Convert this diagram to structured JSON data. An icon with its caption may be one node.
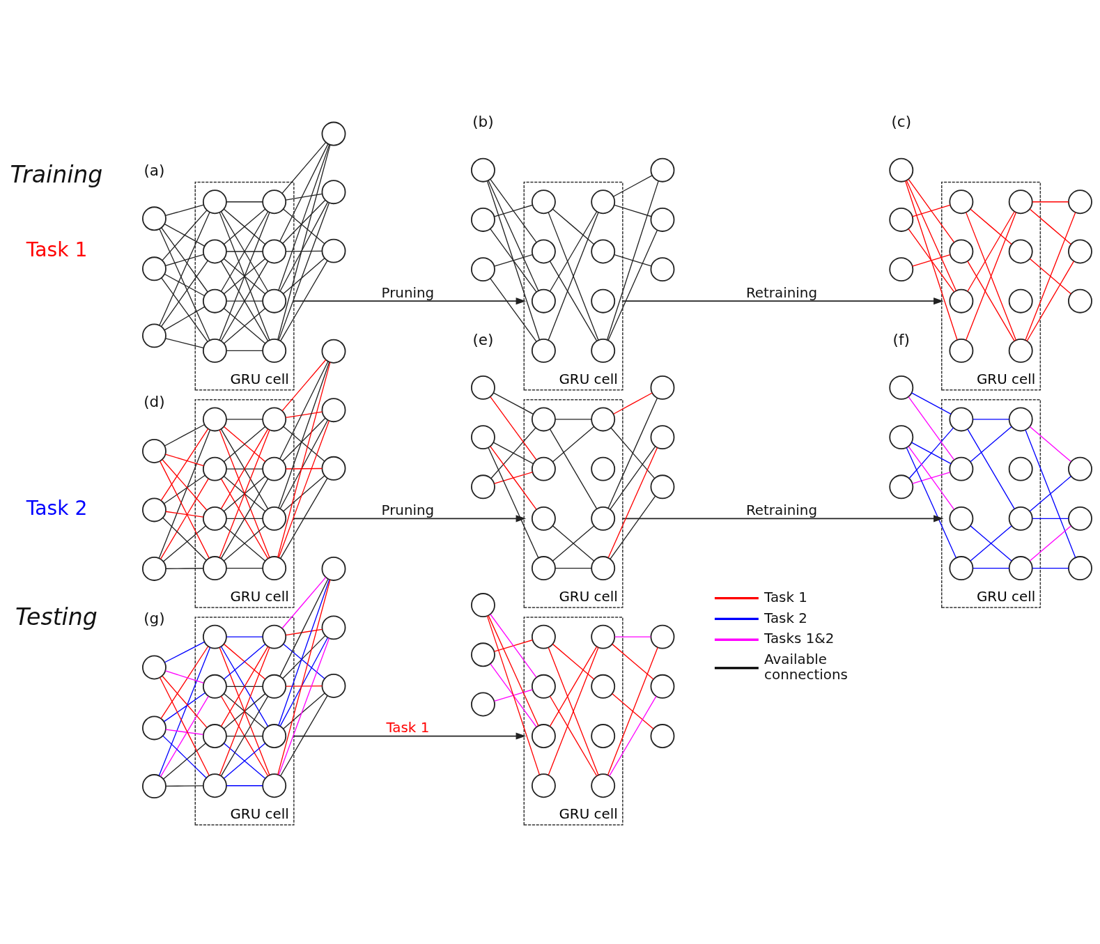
{
  "diagram": {
    "nodes": [
      {
        "text": [],
        "shape": "circle"
      },
      {
        "text": [],
        "shape": "circle"
      },
      {
        "text": [],
        "shape": "circle"
      },
      {
        "text": [
          "GRU cell"
        ]
      },
      {
        "text": [],
        "shape": "circle",
        "in": 3
      },
      {
        "text": [],
        "shape": "circle",
        "in": 3
      },
      {
        "text": [],
        "shape": "circle",
        "in": 3
      },
      {
        "text": [],
        "shape": "circle",
        "in": 3
      },
      {
        "text": [],
        "shape": "circle",
        "in": 3
      },
      {
        "text": [],
        "shape": "circle",
        "in": 3
      },
      {
        "text": [],
        "shape": "circle",
        "in": 3
      },
      {
        "text": [],
        "shape": "circle",
        "in": 3
      },
      {
        "text": [],
        "shape": "circle"
      },
      {
        "text": [],
        "shape": "circle"
      },
      {
        "text": [],
        "shape": "circle"
      },
      {
        "text": [],
        "shape": "circle"
      },
      {
        "text": [],
        "shape": "circle"
      },
      {
        "text": [],
        "shape": "circle"
      },
      {
        "text": [
          "GRU cell"
        ]
      },
      {
        "text": [],
        "shape": "circle",
        "in": 18
      },
      {
        "text": [],
        "shape": "circle",
        "in": 18
      },
      {
        "text": [],
        "shape": "circle",
        "in": 18
      },
      {
        "text": [],
        "shape": "circle",
        "in": 18
      },
      {
        "text": [],
        "shape": "circle",
        "in": 18
      },
      {
        "text": [],
        "shape": "circle",
        "in": 18
      },
      {
        "text": [],
        "shape": "circle",
        "in": 18
      },
      {
        "text": [],
        "shape": "circle",
        "in": 18
      },
      {
        "text": [],
        "shape": "circle"
      },
      {
        "text": [],
        "shape": "circle"
      },
      {
        "text": [],
        "shape": "circle"
      },
      {
        "text": [],
        "shape": "circle"
      },
      {
        "text": [],
        "shape": "circle"
      },
      {
        "text": [],
        "shape": "circle"
      },
      {
        "text": [
          "GRU cell"
        ]
      },
      {
        "text": [],
        "shape": "circle",
        "in": 33
      },
      {
        "text": [],
        "shape": "circle",
        "in": 33
      },
      {
        "text": [],
        "shape": "circle",
        "in": 33
      },
      {
        "text": [],
        "shape": "circle",
        "in": 33
      },
      {
        "text": [],
        "shape": "circle",
        "in": 33
      },
      {
        "text": [],
        "shape": "circle",
        "in": 33
      },
      {
        "text": [],
        "shape": "circle",
        "in": 33
      },
      {
        "text": [],
        "shape": "circle",
        "in": 33
      },
      {
        "text": [],
        "shape": "circle"
      },
      {
        "text": [],
        "shape": "circle"
      },
      {
        "text": [],
        "shape": "circle"
      },
      {
        "text": [],
        "shape": "circle"
      },
      {
        "text": [],
        "shape": "circle"
      },
      {
        "text": [],
        "shape": "circle"
      },
      {
        "text": [
          "GRU cell"
        ]
      },
      {
        "text": [],
        "shape": "circle",
        "in": 48
      },
      {
        "text": [],
        "shape": "circle",
        "in": 48
      },
      {
        "text": [],
        "shape": "circle",
        "in": 48
      },
      {
        "text": [],
        "shape": "circle",
        "in": 48
      },
      {
        "text": [],
        "shape": "circle",
        "in": 48
      },
      {
        "text": [],
        "shape": "circle",
        "in": 48
      },
      {
        "text": [],
        "shape": "circle",
        "in": 48
      },
      {
        "text": [],
        "shape": "circle",
        "in": 48
      },
      {
        "text": [],
        "shape": "circle"
      },
      {
        "text": [],
        "shape": "circle"
      },
      {
        "text": [],
        "shape": "circle"
      },
      {
        "text": [],
        "shape": "circle"
      },
      {
        "text": [],
        "shape": "circle"
      },
      {
        "text": [],
        "shape": "circle"
      },
      {
        "text": [
          "GRU cell"
        ]
      },
      {
        "text": [],
        "shape": "circle",
        "in": 63
      },
      {
        "text": [],
        "shape": "circle",
        "in": 63
      },
      {
        "text": [],
        "shape": "circle",
        "in": 63
      },
      {
        "text": [],
        "shape": "circle",
        "in": 63
      },
      {
        "text": [],
        "shape": "circle",
        "in": 63
      },
      {
        "text": [],
        "shape": "circle",
        "in": 63
      },
      {
        "text": [],
        "shape": "circle",
        "in": 63
      },
      {
        "text": [],
        "shape": "circle",
        "in": 63
      },
      {
        "text": [],
        "shape": "circle"
      },
      {
        "text": [],
        "shape": "circle"
      },
      {
        "text": [],
        "shape": "circle"
      },
      {
        "text": [],
        "shape": "circle"
      },
      {
        "text": [],
        "shape": "circle"
      },
      {
        "text": [],
        "shape": "circle"
      },
      {
        "text": [
          "GRU cell"
        ]
      },
      {
        "text": [],
        "shape": "circle",
        "in": 78
      },
      {
        "text": [],
        "shape": "circle",
        "in": 78
      },
      {
        "text": [],
        "shape": "circle",
        "in": 78
      },
      {
        "text": [],
        "shape": "circle",
        "in": 78
      },
      {
        "text": [],
        "shape": "circle",
        "in": 78
      },
      {
        "text": [],
        "shape": "circle",
        "in": 78
      },
      {
        "text": [],
        "shape": "circle",
        "in": 78
      },
      {
        "text": [],
        "shape": "circle",
        "in": 78
      },
      {
        "text": [],
        "shape": "circle"
      },
      {
        "text": [],
        "shape": "circle"
      },
      {
        "text": [],
        "shape": "circle"
      },
      {
        "text": [],
        "shape": "circle"
      },
      {
        "text": [],
        "shape": "circle"
      },
      {
        "text": [],
        "shape": "circle"
      },
      {
        "text": [
          "GRU cell"
        ]
      },
      {
        "text": [],
        "shape": "circle",
        "in": 93
      },
      {
        "text": [],
        "shape": "circle",
        "in": 93
      },
      {
        "text": [],
        "shape": "circle",
        "in": 93
      },
      {
        "text": [],
        "shape": "circle",
        "in": 93
      },
      {
        "text": [],
        "shape": "circle",
        "in": 93
      },
      {
        "text": [],
        "shape": "circle",
        "in": 93
      },
      {
        "text": [],
        "shape": "circle",
        "in": 93
      },
      {
        "text": [],
        "shape": "circle",
        "in": 93
      },
      {
        "text": [],
        "shape": "circle"
      },
      {
        "text": [],
        "shape": "circle"
      },
      {
        "text": [],
        "shape": "circle"
      },
      {
        "text": [],
        "shape": "circle"
      },
      {
        "text": [],
        "shape": "circle"
      },
      {
        "text": [],
        "shape": "circle"
      },
      {
        "text": [
          "GRU cell"
        ]
      },
      {
        "text": [],
        "shape": "circle",
        "in": 108
      },
      {
        "text": [],
        "shape": "circle",
        "in": 108
      },
      {
        "text": [],
        "shape": "circle",
        "in": 108
      },
      {
        "text": [],
        "shape": "circle",
        "in": 108
      },
      {
        "text": [],
        "shape": "circle",
        "in": 108
      },
      {
        "text": [],
        "shape": "circle",
        "in": 108
      },
      {
        "text": [],
        "shape": "circle",
        "in": 108
      },
      {
        "text": [],
        "shape": "circle",
        "in": 108
      },
      {
        "text": [],
        "shape": "circle"
      },
      {
        "text": [],
        "shape": "circle"
      },
      {
        "text": [],
        "shape": "circle"
      }
    ],
    "edges": [
      {
        "from": 0,
        "to": 4,
        "arrow": "none"
      },
      {
        "from": 0,
        "to": 5,
        "arrow": "none"
      },
      {
        "from": 0,
        "to": 6,
        "arrow": "none"
      },
      {
        "from": 0,
        "to": 7,
        "arrow": "none"
      },
      {
        "from": 1,
        "to": 4,
        "arrow": "none"
      },
      {
        "from": 1,
        "to": 5,
        "arrow": "none"
      },
      {
        "from": 1,
        "to": 6,
        "arrow": "none"
      },
      {
        "from": 1,
        "to": 7,
        "arrow": "none"
      },
      {
        "from": 2,
        "to": 4,
        "arrow": "none"
      },
      {
        "from": 2,
        "to": 5,
        "arrow": "none"
      },
      {
        "from": 2,
        "to": 6,
        "arrow": "none"
      },
      {
        "from": 2,
        "to": 7,
        "arrow": "none"
      },
      {
        "from": 4,
        "to": 8,
        "arrow": "none"
      },
      {
        "from": 4,
        "to": 9,
        "arrow": "none"
      },
      {
        "from": 4,
        "to": 10,
        "arrow": "none"
      },
      {
        "from": 4,
        "to": 11,
        "arrow": "none"
      },
      {
        "from": 5,
        "to": 8,
        "arrow": "none"
      },
      {
        "from": 5,
        "to": 9,
        "arrow": "none"
      },
      {
        "from": 5,
        "to": 10,
        "arrow": "none"
      },
      {
        "from": 5,
        "to": 11,
        "arrow": "none"
      },
      {
        "from": 6,
        "to": 8,
        "arrow": "none"
      },
      {
        "from": 6,
        "to": 9,
        "arrow": "none"
      },
      {
        "from": 6,
        "to": 10,
        "arrow": "none"
      },
      {
        "from": 6,
        "to": 11,
        "arrow": "none"
      },
      {
        "from": 7,
        "to": 8,
        "arrow": "none"
      },
      {
        "from": 7,
        "to": 9,
        "arrow": "none"
      },
      {
        "from": 7,
        "to": 10,
        "arrow": "none"
      },
      {
        "from": 7,
        "to": 11,
        "arrow": "none"
      },
      {
        "from": 8,
        "to": 12,
        "arrow": "none"
      },
      {
        "from": 8,
        "to": 13,
        "arrow": "none"
      },
      {
        "from": 8,
        "to": 14,
        "arrow": "none"
      },
      {
        "from": 9,
        "to": 12,
        "arrow": "none"
      },
      {
        "from": 9,
        "to": 13,
        "arrow": "none"
      },
      {
        "from": 9,
        "to": 14,
        "arrow": "none"
      },
      {
        "from": 10,
        "to": 12,
        "arrow": "none"
      },
      {
        "from": 10,
        "to": 13,
        "arrow": "none"
      },
      {
        "from": 10,
        "to": 14,
        "arrow": "none"
      },
      {
        "from": 11,
        "to": 12,
        "arrow": "none"
      },
      {
        "from": 11,
        "to": 13,
        "arrow": "none"
      },
      {
        "from": 11,
        "to": 14,
        "arrow": "none"
      },
      {
        "from": 3,
        "to": 18,
        "arrow": "to",
        "label": "Pruning"
      },
      {
        "from": 15,
        "to": 19,
        "arrow": "none"
      },
      {
        "from": 15,
        "to": 20,
        "arrow": "none"
      },
      {
        "from": 15,
        "to": 21,
        "arrow": "none"
      },
      {
        "from": 16,
        "to": 20,
        "arrow": "none"
      },
      {
        "from": 16,
        "to": 22,
        "arrow": "none"
      },
      {
        "from": 17,
        "to": 19,
        "arrow": "none"
      },
      {
        "from": 17,
        "to": 21,
        "arrow": "none"
      },
      {
        "from": 19,
        "to": 26,
        "arrow": "none"
      },
      {
        "from": 20,
        "to": 26,
        "arrow": "none"
      },
      {
        "from": 21,
        "to": 23,
        "arrow": "none"
      },
      {
        "from": 22,
        "to": 23,
        "arrow": "none"
      },
      {
        "from": 22,
        "to": 25,
        "arrow": "none"
      },
      {
        "from": 23,
        "to": 27,
        "arrow": "none"
      },
      {
        "from": 23,
        "to": 28,
        "arrow": "none"
      },
      {
        "from": 25,
        "to": 29,
        "arrow": "none"
      },
      {
        "from": 26,
        "to": 27,
        "arrow": "none"
      },
      {
        "from": 26,
        "to": 28,
        "arrow": "none"
      },
      {
        "from": 18,
        "to": 33,
        "arrow": "to",
        "label": "Retraining"
      },
      {
        "from": 30,
        "to": 34,
        "arrow": "none",
        "color": "#ff0000"
      },
      {
        "from": 30,
        "to": 35,
        "arrow": "none",
        "color": "#ff0000"
      },
      {
        "from": 30,
        "to": 36,
        "arrow": "none",
        "color": "#ff0000"
      },
      {
        "from": 31,
        "to": 35,
        "arrow": "none",
        "color": "#ff0000"
      },
      {
        "from": 31,
        "to": 37,
        "arrow": "none",
        "color": "#ff0000"
      },
      {
        "from": 32,
        "to": 36,
        "arrow": "none",
        "color": "#ff0000"
      },
      {
        "from": 34,
        "to": 41,
        "arrow": "none",
        "color": "#ff0000"
      },
      {
        "from": 35,
        "to": 41,
        "arrow": "none",
        "color": "#ff0000"
      },
      {
        "from": 36,
        "to": 38,
        "arrow": "none",
        "color": "#ff0000"
      },
      {
        "from": 37,
        "to": 38,
        "arrow": "none",
        "color": "#ff0000"
      },
      {
        "from": 37,
        "to": 40,
        "arrow": "none",
        "color": "#ff0000"
      },
      {
        "from": 38,
        "to": 42,
        "arrow": "none",
        "color": "#ff0000"
      },
      {
        "from": 38,
        "to": 43,
        "arrow": "none",
        "color": "#ff0000"
      },
      {
        "from": 40,
        "to": 44,
        "arrow": "none",
        "color": "#ff0000"
      },
      {
        "from": 41,
        "to": 42,
        "arrow": "none",
        "color": "#ff0000"
      },
      {
        "from": 41,
        "to": 43,
        "arrow": "none",
        "color": "#ff0000"
      },
      {
        "from": 45,
        "to": 49,
        "arrow": "none",
        "color": "#ff0000"
      },
      {
        "from": 45,
        "to": 50,
        "arrow": "none",
        "color": "#ff0000"
      },
      {
        "from": 45,
        "to": 51,
        "arrow": "none",
        "color": "#ff0000"
      },
      {
        "from": 45,
        "to": 52,
        "arrow": "none"
      },
      {
        "from": 46,
        "to": 49,
        "arrow": "none"
      },
      {
        "from": 46,
        "to": 50,
        "arrow": "none",
        "color": "#ff0000"
      },
      {
        "from": 46,
        "to": 51,
        "arrow": "none"
      },
      {
        "from": 46,
        "to": 52,
        "arrow": "none",
        "color": "#ff0000"
      },
      {
        "from": 47,
        "to": 49,
        "arrow": "none"
      },
      {
        "from": 47,
        "to": 50,
        "arrow": "none"
      },
      {
        "from": 47,
        "to": 51,
        "arrow": "none",
        "color": "#ff0000"
      },
      {
        "from": 47,
        "to": 52,
        "arrow": "none"
      },
      {
        "from": 49,
        "to": 53,
        "arrow": "none"
      },
      {
        "from": 49,
        "to": 54,
        "arrow": "none"
      },
      {
        "from": 49,
        "to": 55,
        "arrow": "none"
      },
      {
        "from": 49,
        "to": 56,
        "arrow": "none",
        "color": "#ff0000"
      },
      {
        "from": 50,
        "to": 53,
        "arrow": "none"
      },
      {
        "from": 50,
        "to": 54,
        "arrow": "none"
      },
      {
        "from": 50,
        "to": 55,
        "arrow": "none"
      },
      {
        "from": 50,
        "to": 56,
        "arrow": "none",
        "color": "#ff0000"
      },
      {
        "from": 51,
        "to": 53,
        "arrow": "none",
        "color": "#ff0000"
      },
      {
        "from": 51,
        "to": 54,
        "arrow": "none"
      },
      {
        "from": 51,
        "to": 55,
        "arrow": "none"
      },
      {
        "from": 51,
        "to": 56,
        "arrow": "none"
      },
      {
        "from": 52,
        "to": 53,
        "arrow": "none",
        "color": "#ff0000"
      },
      {
        "from": 52,
        "to": 54,
        "arrow": "none"
      },
      {
        "from": 52,
        "to": 55,
        "arrow": "none",
        "color": "#ff0000"
      },
      {
        "from": 52,
        "to": 56,
        "arrow": "none"
      },
      {
        "from": 53,
        "to": 57,
        "arrow": "none",
        "color": "#ff0000"
      },
      {
        "from": 53,
        "to": 58,
        "arrow": "none",
        "color": "#ff0000"
      },
      {
        "from": 53,
        "to": 59,
        "arrow": "none"
      },
      {
        "from": 54,
        "to": 57,
        "arrow": "none"
      },
      {
        "from": 54,
        "to": 58,
        "arrow": "none"
      },
      {
        "from": 54,
        "to": 59,
        "arrow": "none"
      },
      {
        "from": 55,
        "to": 57,
        "arrow": "none"
      },
      {
        "from": 55,
        "to": 58,
        "arrow": "none"
      },
      {
        "from": 55,
        "to": 59,
        "arrow": "none",
        "color": "#ff0000"
      },
      {
        "from": 56,
        "to": 57,
        "arrow": "none",
        "color": "#ff0000"
      },
      {
        "from": 56,
        "to": 58,
        "arrow": "none",
        "color": "#ff0000"
      },
      {
        "from": 56,
        "to": 59,
        "arrow": "none"
      },
      {
        "from": 48,
        "to": 63,
        "arrow": "to",
        "label": "Pruning"
      },
      {
        "from": 60,
        "to": 66,
        "arrow": "none",
        "color": "#ff0000"
      },
      {
        "from": 60,
        "to": 67,
        "arrow": "none"
      },
      {
        "from": 61,
        "to": 64,
        "arrow": "none"
      },
      {
        "from": 61,
        "to": 65,
        "arrow": "none",
        "color": "#ff0000"
      },
      {
        "from": 61,
        "to": 66,
        "arrow": "none"
      },
      {
        "from": 62,
        "to": 66,
        "arrow": "none",
        "color": "#ff0000"
      },
      {
        "from": 62,
        "to": 67,
        "arrow": "none"
      },
      {
        "from": 64,
        "to": 68,
        "arrow": "none"
      },
      {
        "from": 64,
        "to": 69,
        "arrow": "none"
      },
      {
        "from": 65,
        "to": 68,
        "arrow": "none"
      },
      {
        "from": 66,
        "to": 71,
        "arrow": "none"
      },
      {
        "from": 67,
        "to": 69,
        "arrow": "none"
      },
      {
        "from": 67,
        "to": 71,
        "arrow": "none"
      },
      {
        "from": 68,
        "to": 73,
        "arrow": "none",
        "color": "#ff0000"
      },
      {
        "from": 68,
        "to": 74,
        "arrow": "none"
      },
      {
        "from": 69,
        "to": 72,
        "arrow": "none"
      },
      {
        "from": 69,
        "to": 73,
        "arrow": "none"
      },
      {
        "from": 71,
        "to": 72,
        "arrow": "none",
        "color": "#ff0000"
      },
      {
        "from": 71,
        "to": 74,
        "arrow": "none"
      },
      {
        "from": 63,
        "to": 78,
        "arrow": "to",
        "label": "Retraining"
      },
      {
        "from": 75,
        "to": 81,
        "arrow": "none",
        "color": "#ff00ff"
      },
      {
        "from": 75,
        "to": 82,
        "arrow": "none",
        "color": "#0000ff"
      },
      {
        "from": 76,
        "to": 79,
        "arrow": "none",
        "color": "#0000ff"
      },
      {
        "from": 76,
        "to": 80,
        "arrow": "none",
        "color": "#ff00ff"
      },
      {
        "from": 76,
        "to": 81,
        "arrow": "none",
        "color": "#0000ff"
      },
      {
        "from": 77,
        "to": 81,
        "arrow": "none",
        "color": "#ff00ff"
      },
      {
        "from": 77,
        "to": 82,
        "arrow": "none",
        "color": "#0000ff"
      },
      {
        "from": 79,
        "to": 83,
        "arrow": "none",
        "color": "#0000ff"
      },
      {
        "from": 79,
        "to": 84,
        "arrow": "none",
        "color": "#0000ff"
      },
      {
        "from": 80,
        "to": 83,
        "arrow": "none",
        "color": "#0000ff"
      },
      {
        "from": 81,
        "to": 86,
        "arrow": "none",
        "color": "#0000ff"
      },
      {
        "from": 82,
        "to": 84,
        "arrow": "none",
        "color": "#0000ff"
      },
      {
        "from": 82,
        "to": 86,
        "arrow": "none",
        "color": "#0000ff"
      },
      {
        "from": 83,
        "to": 88,
        "arrow": "none",
        "color": "#ff00ff"
      },
      {
        "from": 83,
        "to": 89,
        "arrow": "none",
        "color": "#0000ff"
      },
      {
        "from": 84,
        "to": 87,
        "arrow": "none",
        "color": "#0000ff"
      },
      {
        "from": 84,
        "to": 88,
        "arrow": "none",
        "color": "#0000ff"
      },
      {
        "from": 86,
        "to": 87,
        "arrow": "none",
        "color": "#ff00ff"
      },
      {
        "from": 86,
        "to": 89,
        "arrow": "none",
        "color": "#0000ff"
      },
      {
        "from": 90,
        "to": 94,
        "arrow": "none",
        "color": "#ff0000"
      },
      {
        "from": 90,
        "to": 95,
        "arrow": "none",
        "color": "#ff0000"
      },
      {
        "from": 90,
        "to": 96,
        "arrow": "none",
        "color": "#ff00ff"
      },
      {
        "from": 90,
        "to": 97,
        "arrow": "none",
        "color": "#0000ff"
      },
      {
        "from": 91,
        "to": 94,
        "arrow": "none",
        "color": "#0000ff"
      },
      {
        "from": 91,
        "to": 95,
        "arrow": "none",
        "color": "#ff00ff"
      },
      {
        "from": 91,
        "to": 96,
        "arrow": "none",
        "color": "#0000ff"
      },
      {
        "from": 91,
        "to": 97,
        "arrow": "none",
        "color": "#ff0000"
      },
      {
        "from": 92,
        "to": 94,
        "arrow": "none"
      },
      {
        "from": 92,
        "to": 95,
        "arrow": "none"
      },
      {
        "from": 92,
        "to": 96,
        "arrow": "none",
        "color": "#ff00ff"
      },
      {
        "from": 92,
        "to": 97,
        "arrow": "none",
        "color": "#0000ff"
      },
      {
        "from": 94,
        "to": 98,
        "arrow": "none",
        "color": "#0000ff"
      },
      {
        "from": 94,
        "to": 99,
        "arrow": "none",
        "color": "#0000ff"
      },
      {
        "from": 94,
        "to": 100,
        "arrow": "none"
      },
      {
        "from": 94,
        "to": 101,
        "arrow": "none",
        "color": "#ff0000"
      },
      {
        "from": 95,
        "to": 98,
        "arrow": "none",
        "color": "#0000ff"
      },
      {
        "from": 95,
        "to": 99,
        "arrow": "none"
      },
      {
        "from": 95,
        "to": 100,
        "arrow": "none"
      },
      {
        "from": 95,
        "to": 101,
        "arrow": "none",
        "color": "#ff0000"
      },
      {
        "from": 96,
        "to": 98,
        "arrow": "none",
        "color": "#ff0000"
      },
      {
        "from": 96,
        "to": 99,
        "arrow": "none"
      },
      {
        "from": 96,
        "to": 100,
        "arrow": "none"
      },
      {
        "from": 96,
        "to": 101,
        "arrow": "none",
        "color": "#0000ff"
      },
      {
        "from": 97,
        "to": 98,
        "arrow": "none",
        "color": "#ff0000"
      },
      {
        "from": 97,
        "to": 99,
        "arrow": "none",
        "color": "#0000ff"
      },
      {
        "from": 97,
        "to": 100,
        "arrow": "none",
        "color": "#ff0000"
      },
      {
        "from": 97,
        "to": 101,
        "arrow": "none",
        "color": "#0000ff"
      },
      {
        "from": 98,
        "to": 102,
        "arrow": "none",
        "color": "#ff0000"
      },
      {
        "from": 98,
        "to": 103,
        "arrow": "none",
        "color": "#ff00ff"
      },
      {
        "from": 98,
        "to": 104,
        "arrow": "none"
      },
      {
        "from": 99,
        "to": 102,
        "arrow": "none",
        "color": "#0000ff"
      },
      {
        "from": 99,
        "to": 103,
        "arrow": "none",
        "color": "#0000ff"
      },
      {
        "from": 99,
        "to": 104,
        "arrow": "none"
      },
      {
        "from": 100,
        "to": 102,
        "arrow": "none"
      },
      {
        "from": 100,
        "to": 103,
        "arrow": "none"
      },
      {
        "from": 100,
        "to": 104,
        "arrow": "none",
        "color": "#ff0000"
      },
      {
        "from": 101,
        "to": 102,
        "arrow": "none",
        "color": "#ff00ff"
      },
      {
        "from": 101,
        "to": 103,
        "arrow": "none",
        "color": "#ff0000"
      },
      {
        "from": 101,
        "to": 104,
        "arrow": "none",
        "color": "#0000ff"
      },
      {
        "from": 93,
        "to": 108,
        "arrow": "to",
        "label": "Task 1"
      },
      {
        "from": 105,
        "to": 109,
        "arrow": "none",
        "color": "#ff0000"
      },
      {
        "from": 105,
        "to": 110,
        "arrow": "none",
        "color": "#ff0000"
      },
      {
        "from": 105,
        "to": 111,
        "arrow": "none",
        "color": "#ff00ff"
      },
      {
        "from": 106,
        "to": 110,
        "arrow": "none",
        "color": "#ff00ff"
      },
      {
        "from": 106,
        "to": 112,
        "arrow": "none",
        "color": "#ff0000"
      },
      {
        "from": 107,
        "to": 111,
        "arrow": "none",
        "color": "#ff00ff"
      },
      {
        "from": 109,
        "to": 116,
        "arrow": "none",
        "color": "#ff0000"
      },
      {
        "from": 110,
        "to": 116,
        "arrow": "none",
        "color": "#ff0000"
      },
      {
        "from": 111,
        "to": 113,
        "arrow": "none",
        "color": "#ff0000"
      },
      {
        "from": 112,
        "to": 113,
        "arrow": "none",
        "color": "#ff0000"
      },
      {
        "from": 112,
        "to": 115,
        "arrow": "none",
        "color": "#ff0000"
      },
      {
        "from": 113,
        "to": 117,
        "arrow": "none",
        "color": "#ff0000"
      },
      {
        "from": 113,
        "to": 118,
        "arrow": "none",
        "color": "#ff00ff"
      },
      {
        "from": 115,
        "to": 119,
        "arrow": "none",
        "color": "#ff0000"
      },
      {
        "from": 116,
        "to": 117,
        "arrow": "none",
        "color": "#ff00ff"
      },
      {
        "from": 116,
        "to": 118,
        "arrow": "none",
        "color": "#ff0000"
      }
    ],
    "labels": [
      "Training",
      "(a)",
      "(b)",
      "(c)",
      "Task 1",
      "(d)",
      "(e)",
      "(f)",
      "Task 2",
      "Testing",
      "(g)"
    ],
    "legend": [
      {
        "text": "Task 1",
        "color": "#ff0000"
      },
      {
        "text": "Task 2",
        "color": "#0000ff"
      },
      {
        "text": "Tasks 1&2",
        "color": "#ff00ff"
      },
      {
        "text": "Available connections",
        "color": "#000000"
      }
    ]
  }
}
